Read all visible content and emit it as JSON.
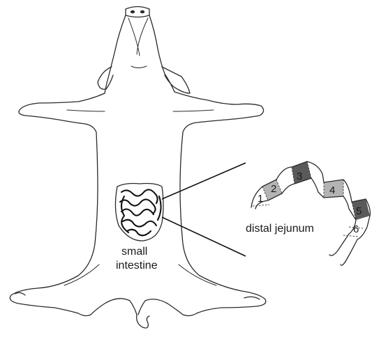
{
  "diagram": {
    "labels": {
      "organ_line1": "small",
      "organ_line2": "intestine",
      "region": "distal jejunum"
    },
    "segments": [
      {
        "number": "1",
        "shade": "none"
      },
      {
        "number": "2",
        "shade": "light"
      },
      {
        "number": "3",
        "shade": "dark"
      },
      {
        "number": "4",
        "shade": "light"
      },
      {
        "number": "5",
        "shade": "dark"
      },
      {
        "number": "6",
        "shade": "none"
      }
    ],
    "colors": {
      "dark_segment": "#5a5a5a",
      "light_segment": "#b4b4b4",
      "outline": "#2a2a2a"
    }
  }
}
